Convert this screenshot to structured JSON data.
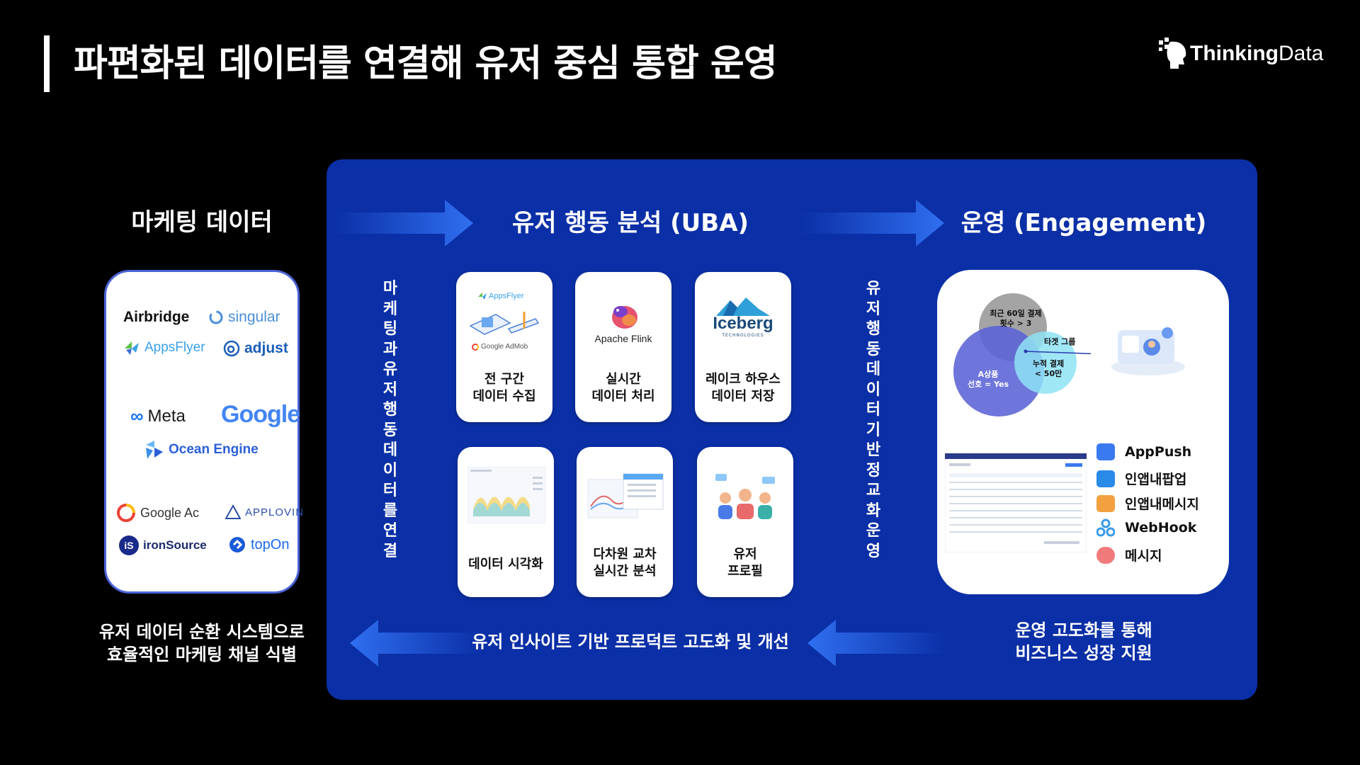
{
  "header": {
    "title": "파편화된 데이터를 연결해 유저 중심 통합 운영",
    "brand_bold": "Thinking",
    "brand_light": "Data",
    "logo_icon": "head-pixel-icon"
  },
  "marketing": {
    "title": "마케팅 데이터",
    "logos": [
      "Airbridge",
      "singular",
      "AppsFlyer",
      "adjust",
      "Meta",
      "Google",
      "Ocean Engine",
      "Google Ac",
      "APPLOVIN",
      "ironSource",
      "topOn"
    ],
    "bottom_lines": [
      "유저 데이터 순환 시스템으로",
      "효율적인 마케팅 채널 식별"
    ]
  },
  "uba": {
    "title": "유저 행동 분석 (UBA)",
    "connector_vertical": "마케팅과유저행동데이터를연결",
    "tiles": [
      {
        "lines": [
          "전 구간",
          "데이터 수집"
        ],
        "logo_top": "AppsFlyer",
        "logo_bottom": "Google AdMob"
      },
      {
        "lines": [
          "실시간",
          "데이터 처리"
        ],
        "logo": "Apache Flink"
      },
      {
        "lines": [
          "레이크 하우스",
          "데이터 저장"
        ],
        "logo": "Iceberg",
        "logo_sub": "TECHNOLOGIES"
      },
      {
        "lines": [
          "데이터 시각화"
        ]
      },
      {
        "lines": [
          "다차원 교차",
          "실시간 분석"
        ]
      },
      {
        "lines": [
          "유저",
          "프로필"
        ]
      }
    ],
    "bottom_text": "유저 인사이트 기반 프로덕트 고도화 및 개선"
  },
  "engagement": {
    "title": "운영 (Engagement)",
    "connector_vertical": "유저행동데이터기반정교화운영",
    "venn": {
      "circle_a": [
        "최근 60일 결제",
        "횟수 > 3"
      ],
      "circle_b": [
        "A상품",
        "선호 = Yes"
      ],
      "circle_c": [
        "누적 결제",
        "< 50만"
      ],
      "target": "타겟 그룹"
    },
    "channels": [
      "AppPush",
      "인앱내팝업",
      "인앱내메시지",
      "WebHook",
      "메시지"
    ],
    "bottom_lines": [
      "운영 고도화를 통해",
      "비즈니스 성장 지원"
    ]
  },
  "colors": {
    "panel": "#0b2fa6",
    "arrow": "#2f6ff0",
    "venn_gray": "#9a9a9a",
    "venn_blue": "#5b63d6",
    "venn_cyan": "#8fe3f5"
  }
}
